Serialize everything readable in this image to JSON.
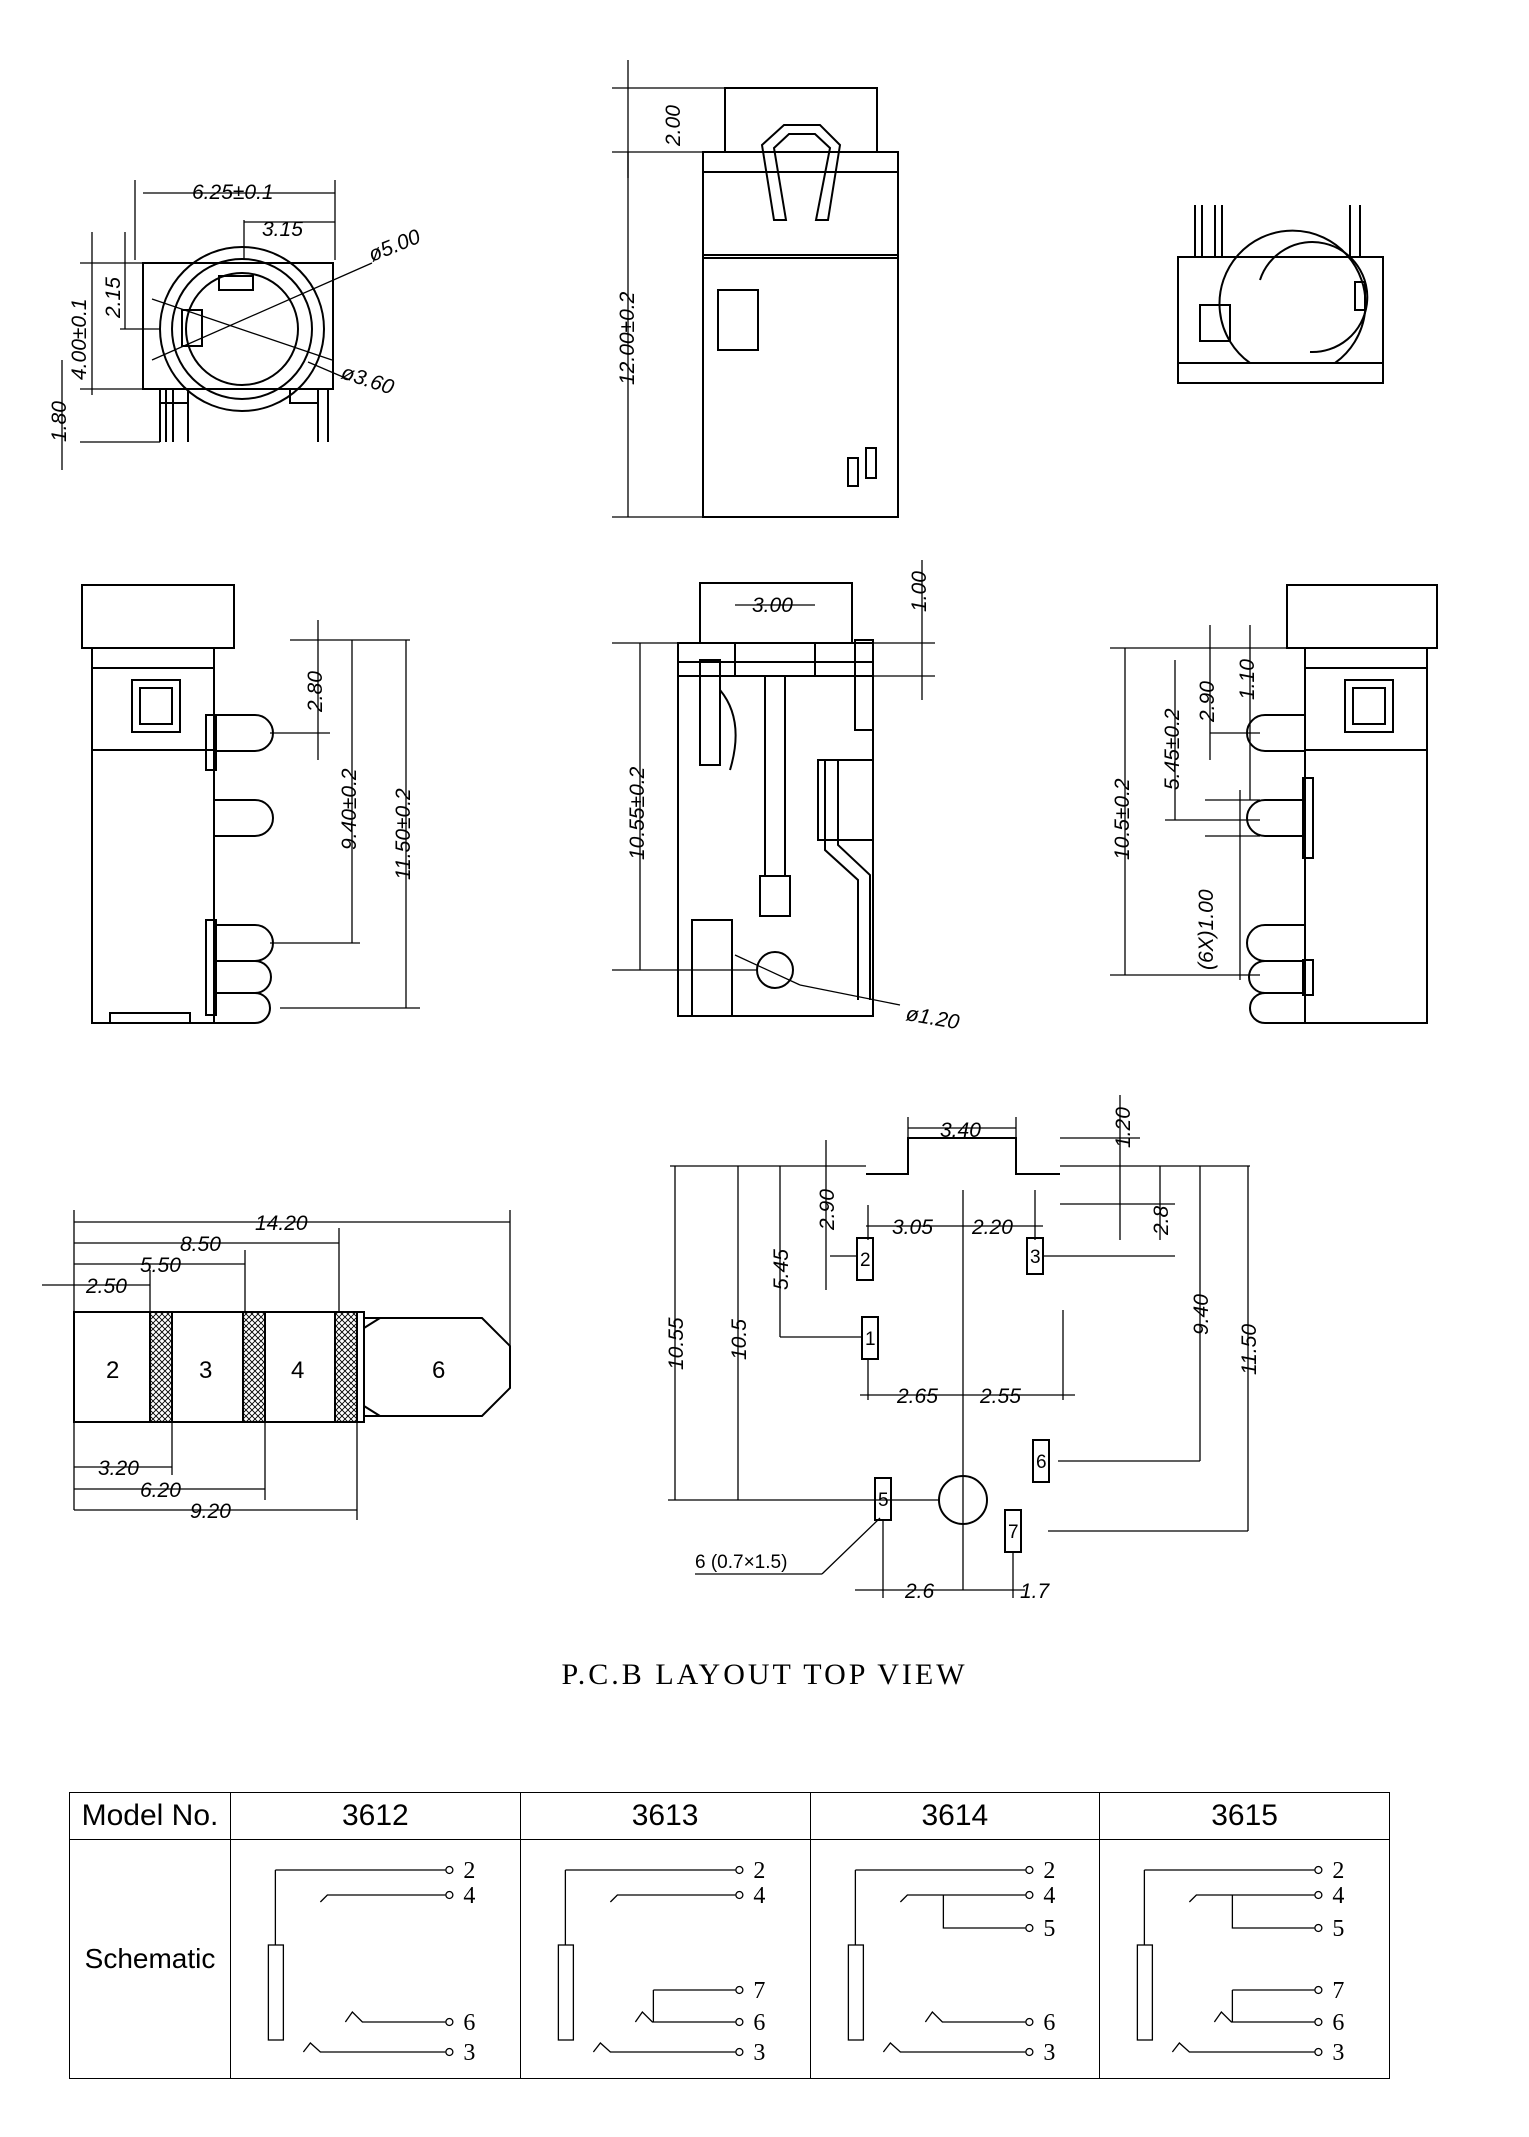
{
  "dimensions": {
    "front": {
      "width": "6.25±0.1",
      "offset": "3.15",
      "height": "4.00±0.1",
      "center": "2.15",
      "pins": "1.80",
      "outer_dia": "ø5.00",
      "inner_dia": "ø3.60"
    },
    "top": {
      "shaft": "2.00",
      "length": "12.00±0.2"
    },
    "left": {
      "a": "2.80",
      "b": "9.40±0.2",
      "c": "11.50±0.2"
    },
    "section": {
      "w": "3.00",
      "t": "1.00",
      "h": "10.55±0.2",
      "hole": "ø1.20"
    },
    "right": {
      "a": "1.10",
      "b": "2.90",
      "c": "5.45±0.2",
      "d": "10.5±0.2",
      "e": "(6X)1.00"
    },
    "plug": {
      "total": "14.20",
      "a": "8.50",
      "b": "5.50",
      "c": "2.50",
      "d": "3.20",
      "e": "6.20",
      "f": "9.20",
      "segments": [
        "2",
        "3",
        "4",
        "6"
      ]
    },
    "pcb": {
      "w1": "3.40",
      "h1": "1.20",
      "h2": "2.90",
      "h3": "2.8",
      "h4": "5.45",
      "h5": "10.55",
      "h6": "10.5",
      "h7": "9.40",
      "h8": "11.50",
      "s1": "3.05",
      "s2": "2.20",
      "s3": "2.65",
      "s4": "2.55",
      "s5": "2.6",
      "s6": "1.7",
      "pad_note": "6 (0.7×1.5)",
      "pads": [
        "2",
        "3",
        "1",
        "6",
        "5",
        "7"
      ]
    }
  },
  "pcb_title": "P.C.B LAYOUT TOP VIEW",
  "table": {
    "header_label": "Model No.",
    "row_label": "Schematic",
    "models": [
      "3612",
      "3613",
      "3614",
      "3615"
    ],
    "pins": {
      "3612": [
        "2",
        "4",
        "6",
        "3"
      ],
      "3613": [
        "2",
        "4",
        "7",
        "6",
        "3"
      ],
      "3614": [
        "2",
        "4",
        "5",
        "6",
        "3"
      ],
      "3615": [
        "2",
        "4",
        "5",
        "7",
        "6",
        "3"
      ]
    }
  }
}
